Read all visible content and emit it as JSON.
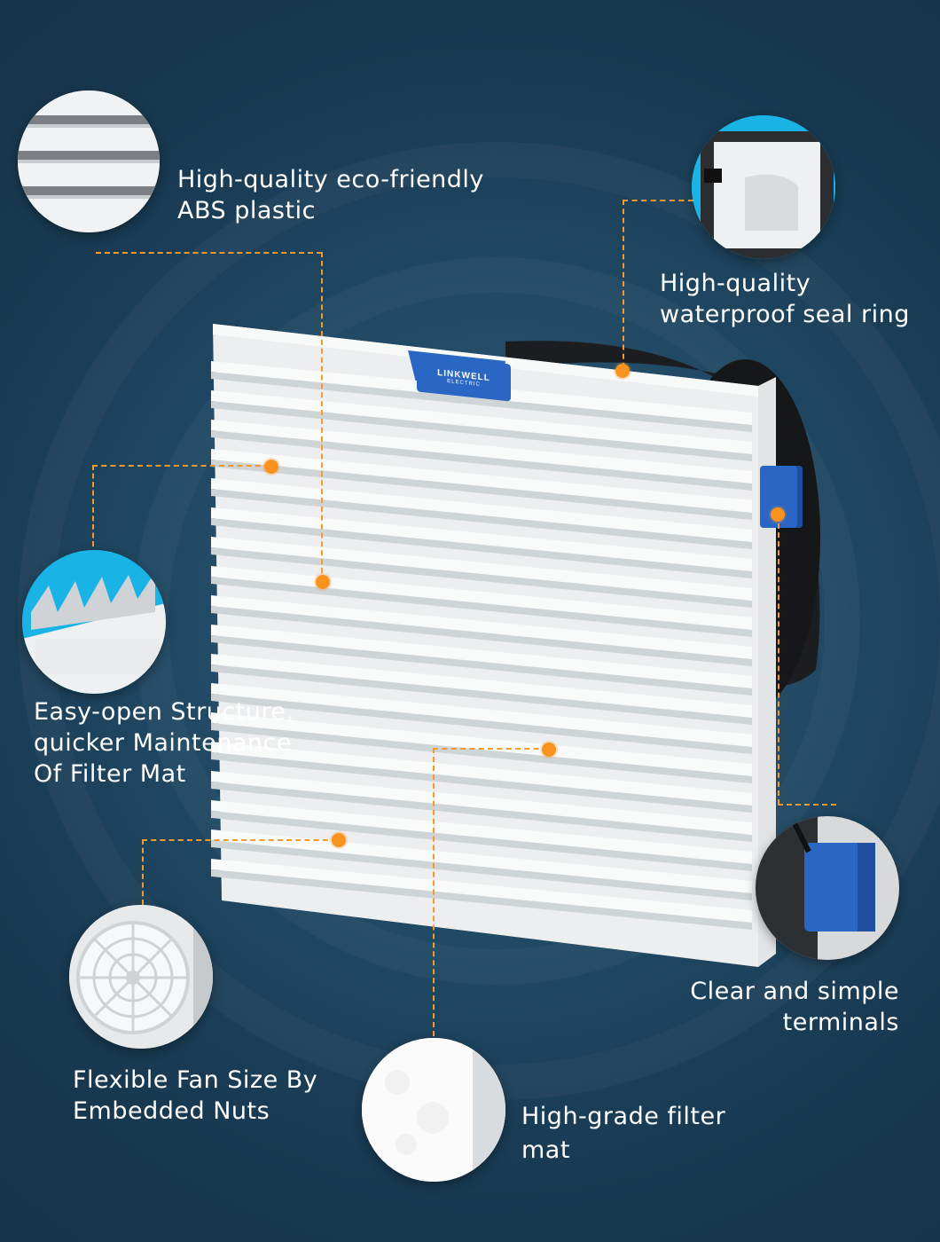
{
  "features": {
    "abs_plastic": {
      "label": "High-quality eco-friendly\nABS plastic"
    },
    "seal_ring": {
      "label": "High-quality\nwaterproof seal ring"
    },
    "easy_open": {
      "label": "Easy-open Structure,\nquicker Maintenance\nOf Filter Mat"
    },
    "terminals": {
      "label": "Clear and simple\nterminals"
    },
    "fan_size": {
      "label": "Flexible Fan Size By\nEmbedded Nuts"
    },
    "filter_mat": {
      "label": "High-grade filter\nmat"
    }
  },
  "product": {
    "brand_badge": "LINKWELL",
    "brand_sub": "ELECTRIC"
  },
  "colors": {
    "background": "#1f4660",
    "accent_orange": "#f7931e",
    "terminal_blue": "#2a66c4",
    "thumb_bg_cyan": "#19b3e6"
  }
}
